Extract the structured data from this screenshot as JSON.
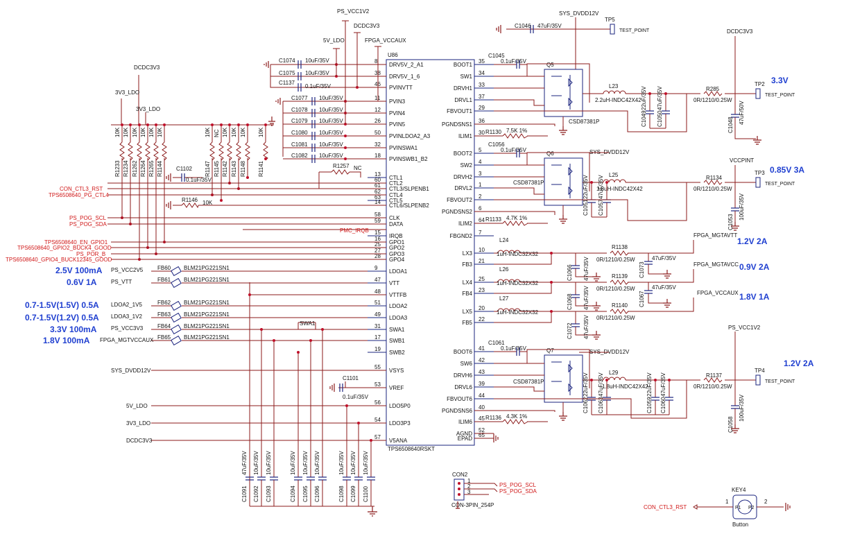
{
  "ic": {
    "ref": "U86",
    "part": "TPS6508640RSKT",
    "left_pins": [
      {
        "num": "8",
        "name": "DRV5V_2_A1"
      },
      {
        "num": "38",
        "name": "DRV5V_1_6"
      },
      {
        "num": "46",
        "name": "PVINVTT"
      },
      {
        "num": "11",
        "name": "PVIN3"
      },
      {
        "num": "12",
        "name": "PVIN4"
      },
      {
        "num": "26",
        "name": "PVIN5"
      },
      {
        "num": "50",
        "name": "PVINLDOA2_A3"
      },
      {
        "num": "32",
        "name": "PVINSWA1"
      },
      {
        "num": "18",
        "name": "PVINSWB1_B2"
      },
      {
        "num": "13",
        "name": "CTL1"
      },
      {
        "num": "60",
        "name": "CTL2"
      },
      {
        "num": "61",
        "name": "CTL3/SLPENB1"
      },
      {
        "num": "62",
        "name": "CTL4"
      },
      {
        "num": "63",
        "name": "CTL5"
      },
      {
        "num": "14",
        "name": "CTL6/SLPENB2"
      },
      {
        "num": "58",
        "name": "CLK"
      },
      {
        "num": "59",
        "name": "DATA"
      },
      {
        "num": "15",
        "name": "IRQB"
      },
      {
        "num": "16",
        "name": "GPO1"
      },
      {
        "num": "25",
        "name": "GPO2"
      },
      {
        "num": "27",
        "name": "GPO3"
      },
      {
        "num": "28",
        "name": "GPO4"
      },
      {
        "num": "9",
        "name": "LDOA1"
      },
      {
        "num": "47",
        "name": "VTT"
      },
      {
        "num": "48",
        "name": "VTTFB"
      },
      {
        "num": "51",
        "name": "LDOA2"
      },
      {
        "num": "49",
        "name": "LDOA3"
      },
      {
        "num": "31",
        "name": "SWA1"
      },
      {
        "num": "17",
        "name": "SWB1"
      },
      {
        "num": "19",
        "name": "SWB2"
      },
      {
        "num": "55",
        "name": "VSYS"
      },
      {
        "num": "53",
        "name": "VREF"
      },
      {
        "num": "56",
        "name": "LDO5P0"
      },
      {
        "num": "54",
        "name": "LDO3P3"
      },
      {
        "num": "57",
        "name": "V5ANA"
      }
    ],
    "right_pins": [
      {
        "num": "35",
        "name": "BOOT1"
      },
      {
        "num": "34",
        "name": "SW1"
      },
      {
        "num": "33",
        "name": "DRVH1"
      },
      {
        "num": "37",
        "name": "DRVL1"
      },
      {
        "num": "29",
        "name": "FBVOUT1"
      },
      {
        "num": "36",
        "name": "PGNDSNS1"
      },
      {
        "num": "30",
        "name": "ILIM1"
      },
      {
        "num": "5",
        "name": "BOOT2"
      },
      {
        "num": "4",
        "name": "SW2"
      },
      {
        "num": "3",
        "name": "DRVH2"
      },
      {
        "num": "1",
        "name": "DRVL2"
      },
      {
        "num": "2",
        "name": "FBVOUT2"
      },
      {
        "num": "6",
        "name": "PGNDSNS2"
      },
      {
        "num": "64",
        "name": "ILIM2"
      },
      {
        "num": "7",
        "name": "FBGND2"
      },
      {
        "num": "10",
        "name": "LX3"
      },
      {
        "num": "21",
        "name": "FB3"
      },
      {
        "num": "25",
        "name": "LX4"
      },
      {
        "num": "23",
        "name": "FB4"
      },
      {
        "num": "20",
        "name": "LX5"
      },
      {
        "num": "22",
        "name": "FB5"
      },
      {
        "num": "41",
        "name": "BOOT6"
      },
      {
        "num": "42",
        "name": "SW6"
      },
      {
        "num": "43",
        "name": "DRVH6"
      },
      {
        "num": "39",
        "name": "DRVL6"
      },
      {
        "num": "44",
        "name": "FBVOUT6"
      },
      {
        "num": "40",
        "name": "PGNDSNS6"
      },
      {
        "num": "45",
        "name": "ILIM6"
      },
      {
        "num": "52",
        "name": "AGND"
      },
      {
        "num": "65",
        "name": "EPAD"
      }
    ]
  },
  "nets": {
    "ps_vcc1v2": "PS_VCC1V2",
    "fiveV_ldo": "5V_LDO",
    "dcdc3v3": "DCDC3V3",
    "fpga_vccaux": "FPGA_VCCAUX",
    "sys_dvdd12v": "SYS_DVDD12V",
    "vccpint": "VCCPINT",
    "fpga_mgtavtt": "FPGA_MGTAVTT",
    "fpga_mgtavcc": "FPGA_MGTAVCC",
    "ps_vcc1v2_b": "PS_VCC1V2",
    "con_ctl3_rst": "CON_CTL3_RST",
    "pg_ctl4": "TPS6508640_PG_CTL4",
    "ps_pog_scl": "PS_POG_SCL",
    "ps_pog_sda": "PS_POG_SDA",
    "pmc_irqb": "PMC_IRQB",
    "en_gpio1": "TPS6508640_EN_GPIO1",
    "gpio2": "TPS6508640_GPIO2_BUCK4_GOOD",
    "ps_por_b": "PS_POR_B",
    "gpio4": "TPS6508640_GPIO4_BUCK12345_GOOD",
    "ps_vcc2v5": "PS_VCC2V5",
    "ps_vtt": "PS_VTT",
    "ldoa2": "LDOA2_1V5",
    "ldoa3": "LDOA3_1V2",
    "ps_vcc3v3": "PS_VCC3V3",
    "fpga_mgtvccaux": "FPGA_MGTVCCAUX",
    "swa1": "SWA1",
    "sys_dvdd12v_l": "SYS_DVDD12V",
    "v5_ldo_l": "5V_LDO",
    "v3_ldo_l": "3V3_LDO",
    "dcdc3v3_l": "DCDC3V3",
    "v3_ldo_top1": "3V3_LDO",
    "v3_ldo_top2": "3V3_LDO",
    "dcdc3v3_top": "DCDC3V3",
    "dcdc3v3_right": "DCDC3V3",
    "nc": "NC"
  },
  "annotations": [
    {
      "id": "a1",
      "text": "2.5V 100mA"
    },
    {
      "id": "a2",
      "text": "0.6V 1A"
    },
    {
      "id": "a3",
      "text": "0.7-1.5V(1.5V) 0.5A"
    },
    {
      "id": "a4",
      "text": "0.7-1.5V(1.2V) 0.5A"
    },
    {
      "id": "a5",
      "text": "3.3V 100mA"
    },
    {
      "id": "a6",
      "text": "1.8V 100mA"
    },
    {
      "id": "a7",
      "text": "3.3V"
    },
    {
      "id": "a8",
      "text": "0.85V 3A"
    },
    {
      "id": "a9",
      "text": "1.2V 2A"
    },
    {
      "id": "a10",
      "text": "0.9V 2A"
    },
    {
      "id": "a11",
      "text": "1.8V 1A"
    },
    {
      "id": "a12",
      "text": "1.2V 2A"
    }
  ],
  "components": {
    "c1074": "C1074",
    "c1074v": "10uF/35V",
    "c1075": "C1075",
    "c1075v": "10uF/35V",
    "c1137": "C1137",
    "c1137v": "0.1uF/35V",
    "c1077": "C1077",
    "c1078": "C1078",
    "c1079": "C1079",
    "c1080": "C1080",
    "c1081": "C1081",
    "c1082": "C1082",
    "cap10u": "10uF/35V",
    "c1046": "C1046",
    "c1046v": "47uF/35V",
    "c1045": "C1045",
    "c1045v": "0.1uF/35V",
    "c1056": "C1056",
    "c1056v": "0.1uF/35V",
    "c1061": "C1061",
    "c1061v": "0.1uF/35V",
    "c1102": "C1102",
    "c1102v": "0.1uF/35V",
    "c1101": "C1101",
    "c1101v": "0.1uF/35V",
    "r1257": "R1257",
    "r1146": "R1146",
    "r1146v": "10K",
    "r1130": "R1130",
    "r1130v": "7.5K 1%",
    "r1133": "R1133",
    "r1133v": "4.7K 1%",
    "r1136": "R1136",
    "r1136v": "4.3K 1%",
    "r285": "R285",
    "r285v": "0R/1210/0.25W",
    "r1134": "R1134",
    "r1134v": "0R/1210/0.25W",
    "r1137": "R1137",
    "r1137v": "0R/1210/0.25W",
    "r1138": "R1138",
    "r1138v": "0R/1210/0.25W",
    "r1139": "R1139",
    "r1139v": "0R/1210/0.25W",
    "r1140": "R1140",
    "r1140v": "0R/1210/0.25W",
    "l23": "L23",
    "l23v": "2.2uH-INDC42X42",
    "l25": "L25",
    "l25v": "1.8uH-INDC42X42",
    "l29": "L29",
    "l29v": "1.8uH-INDC42X42",
    "l24": "L24",
    "l24v": "1uH-INDC32X32",
    "l26": "L26",
    "l26v": "1uH-INDC32X32",
    "l27": "L27",
    "l27v": "1uH-INDC32X32",
    "q5": "Q5",
    "q6": "Q6",
    "q7": "Q7",
    "qpart": "CSD87381P",
    "fb60": "FB60",
    "fb61": "FB61",
    "fb62": "FB62",
    "fb63": "FB63",
    "fb64": "FB64",
    "fb65": "FB65",
    "bead": "BLM21PG221SN1",
    "tp5": "TP5",
    "tp2": "TP2",
    "tp3": "TP3",
    "tp4": "TP4",
    "tp_label": "TEST_POINT",
    "con2": "CON2",
    "con2part": "CON-3PIN_254P",
    "key4": "KEY4",
    "key_part": "Button",
    "p1": "P1",
    "p2": "P2",
    "c1073": "C1073",
    "c1067": "C1067",
    "c1066": "C1066",
    "c1068": "C1068",
    "c1072": "C1072",
    "cap47u": "47uF/35V",
    "cap22u": "22uF/35V",
    "cap100u": "100uF/35V",
    "c1048": "C1048",
    "c1048v": "47uF/50V",
    "c1053": "C1053",
    "c1058": "C1058"
  },
  "resistor_ladder": [
    "R1233",
    "R1234",
    "R1262",
    "R1264",
    "R1265",
    "R1144",
    "R1147",
    "R1145",
    "R1142",
    "R1143",
    "R1148",
    "R1141"
  ],
  "ladder_values": [
    "10K",
    "10K",
    "10K",
    "10K",
    "10K",
    "10K",
    "10K",
    "NC",
    "10K",
    "10K",
    "10K",
    "10K"
  ],
  "bottom_caps": [
    "C1091",
    "C1092",
    "C1093",
    "C1094",
    "C1095",
    "C1096",
    "C1098",
    "C1099",
    "C1100"
  ],
  "bottom_caps_values": [
    "47uF/35V",
    "10uF/35V",
    "10uF/35V",
    "10uF/35V",
    "10uF/35V",
    "10uF/35V",
    "10uF/35V",
    "10uF/35V",
    "10uF/35V"
  ],
  "buck_caps": {
    "b1": [
      "C1049",
      "C1050"
    ],
    "b2": [
      "C1051",
      "C1057"
    ],
    "b6": [
      "C1062",
      "C1063",
      "C1059",
      "C1060"
    ]
  },
  "con2_pins": [
    "1",
    "2",
    "3"
  ],
  "key_pins": [
    "1",
    "2"
  ]
}
